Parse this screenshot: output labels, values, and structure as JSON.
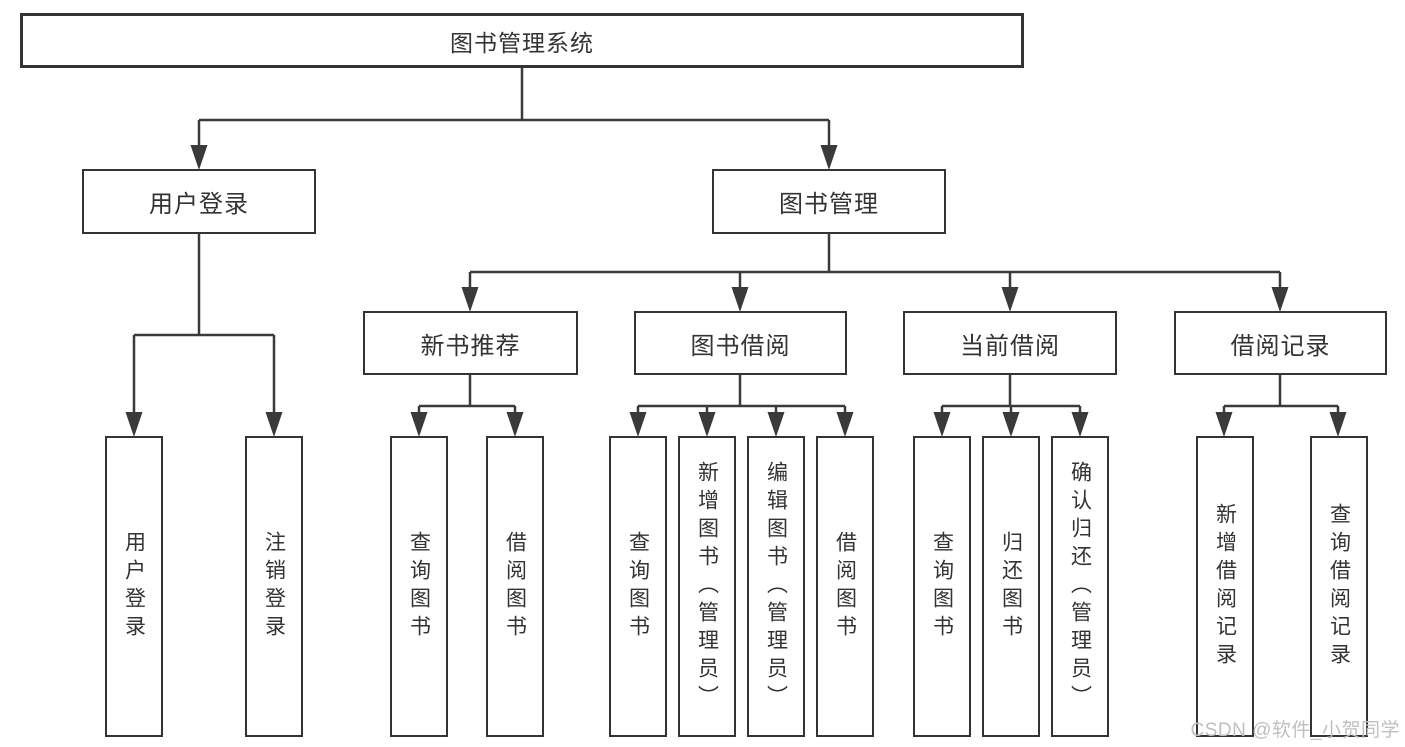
{
  "page": {
    "watermark": "CSDN @软件_小贺同学"
  },
  "tree": {
    "root": "图书管理系统",
    "branches": [
      {
        "label": "用户登录",
        "leaves": [
          "用户登录",
          "注销登录"
        ]
      },
      {
        "label": "图书管理",
        "groups": [
          {
            "label": "新书推荐",
            "leaves": [
              "查询图书",
              "借阅图书"
            ]
          },
          {
            "label": "图书借阅",
            "leaves": [
              "查询图书",
              "新增图书（管理员）",
              "编辑图书（管理员）",
              "借阅图书"
            ]
          },
          {
            "label": "当前借阅",
            "leaves": [
              "查询图书",
              "归还图书",
              "确认归还（管理员）"
            ]
          },
          {
            "label": "借阅记录",
            "leaves": [
              "新增借阅记录",
              "查询借阅记录"
            ]
          }
        ]
      }
    ]
  }
}
